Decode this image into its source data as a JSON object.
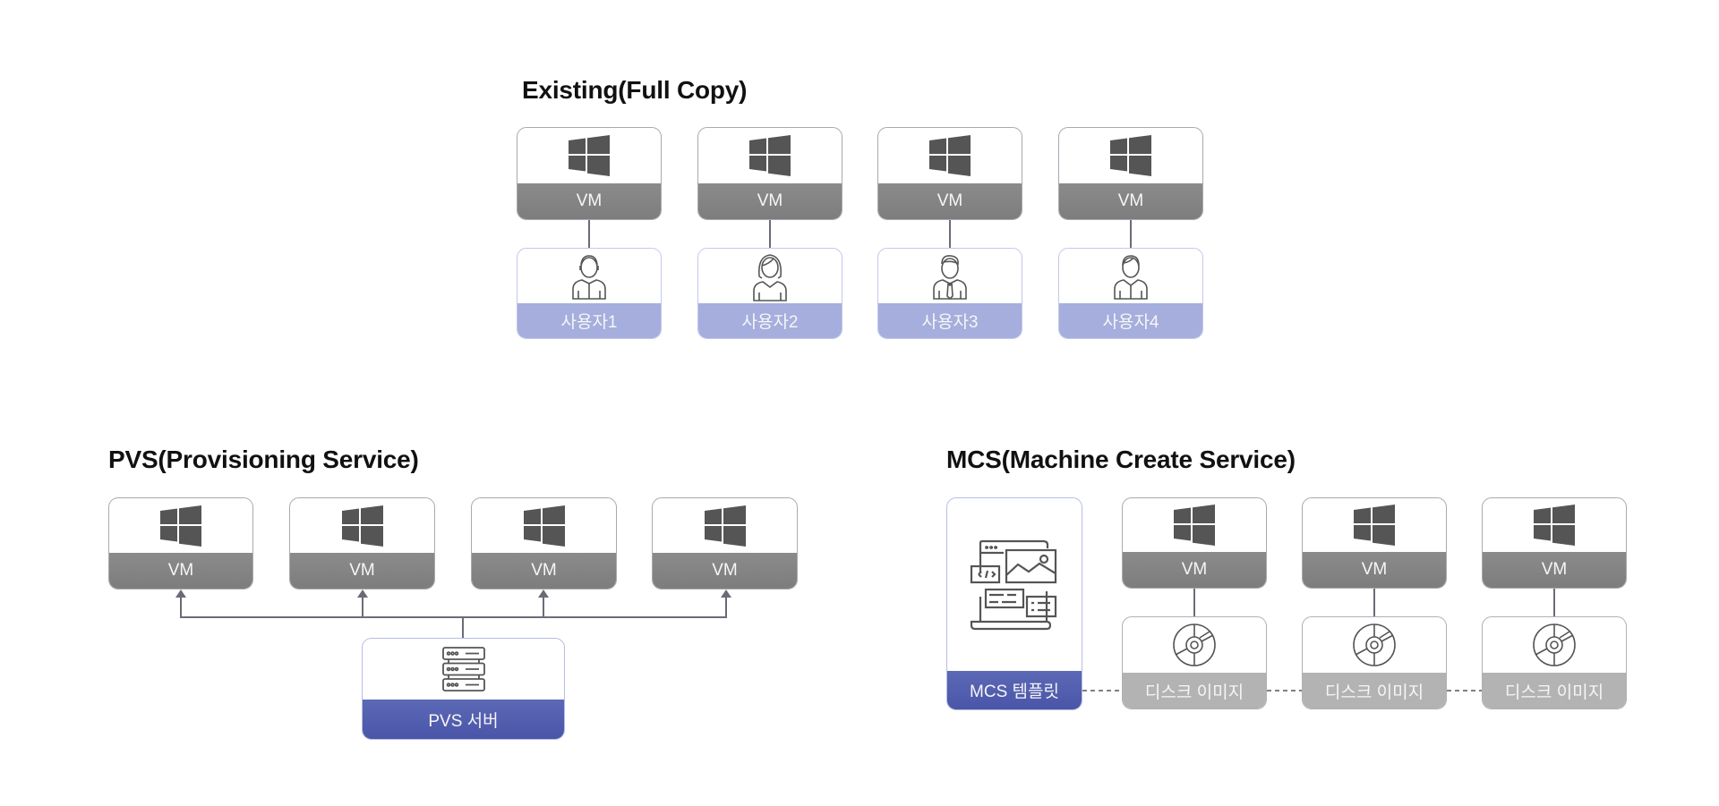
{
  "sections": {
    "existing": {
      "title": "Existing(Full Copy)",
      "vms": [
        {
          "label": "VM",
          "icon": "windows-logo-icon"
        },
        {
          "label": "VM",
          "icon": "windows-logo-icon"
        },
        {
          "label": "VM",
          "icon": "windows-logo-icon"
        },
        {
          "label": "VM",
          "icon": "windows-logo-icon"
        }
      ],
      "users": [
        {
          "label": "사용자1",
          "icon": "male-user-icon"
        },
        {
          "label": "사용자2",
          "icon": "female-user-icon"
        },
        {
          "label": "사용자3",
          "icon": "male-user-tie-icon"
        },
        {
          "label": "사용자4",
          "icon": "female-user-icon"
        }
      ]
    },
    "pvs": {
      "title": "PVS(Provisioning Service)",
      "vms": [
        {
          "label": "VM",
          "icon": "windows-logo-icon"
        },
        {
          "label": "VM",
          "icon": "windows-logo-icon"
        },
        {
          "label": "VM",
          "icon": "windows-logo-icon"
        },
        {
          "label": "VM",
          "icon": "windows-logo-icon"
        }
      ],
      "server": {
        "label": "PVS 서버",
        "icon": "server-rack-icon"
      }
    },
    "mcs": {
      "title": "MCS(Machine Create Service)",
      "template": {
        "label": "MCS 템플릿",
        "icon": "web-design-template-icon"
      },
      "vms": [
        {
          "label": "VM",
          "icon": "windows-logo-icon"
        },
        {
          "label": "VM",
          "icon": "windows-logo-icon"
        },
        {
          "label": "VM",
          "icon": "windows-logo-icon"
        }
      ],
      "disks": [
        {
          "label": "디스크 이미지",
          "icon": "disc-icon"
        },
        {
          "label": "디스크 이미지",
          "icon": "disc-icon"
        },
        {
          "label": "디스크 이미지",
          "icon": "disc-icon"
        }
      ]
    }
  },
  "colors": {
    "vm_band": "#858585",
    "user_band": "#a5aedd",
    "server_band": "#5361b0",
    "disk_band": "#b3b3b3",
    "connector": "#6b6b78"
  }
}
